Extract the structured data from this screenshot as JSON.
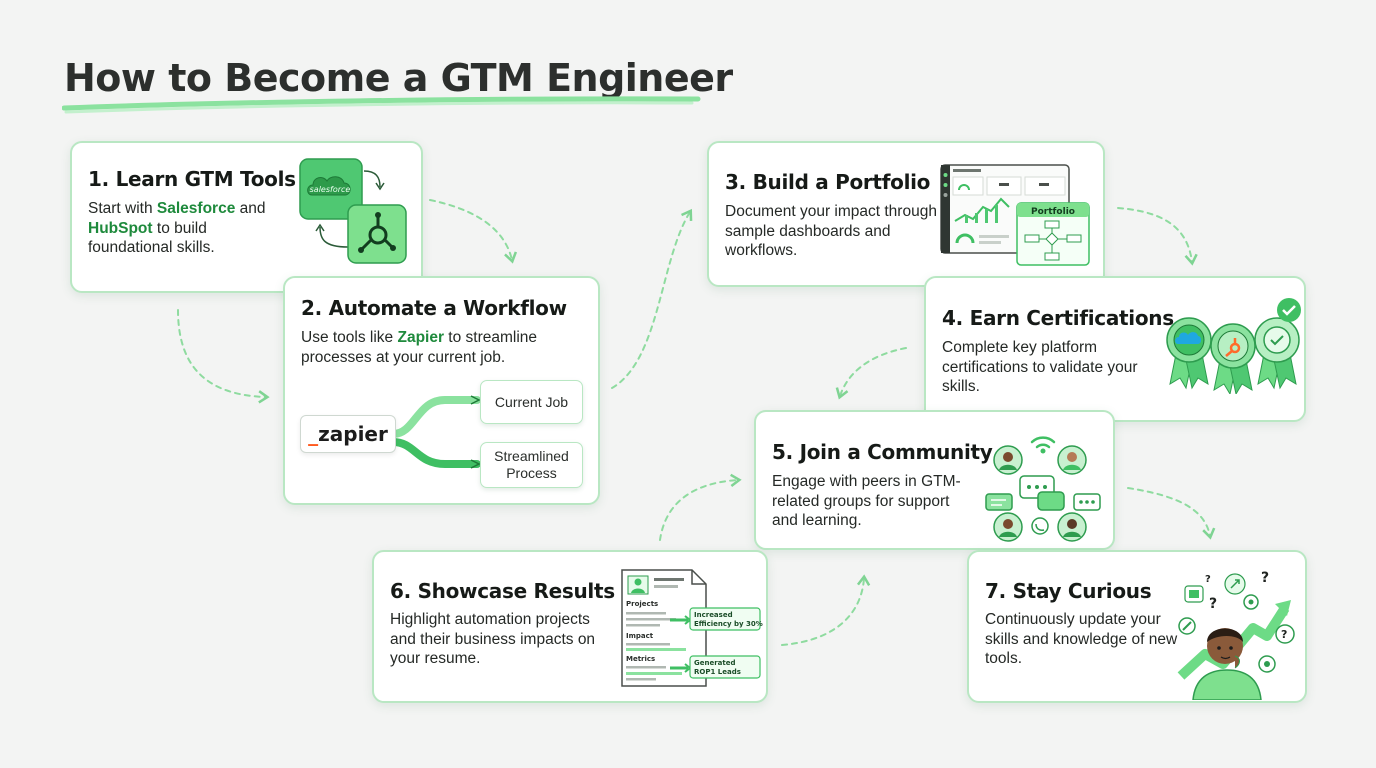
{
  "title": "How to Become a GTM Engineer",
  "colors": {
    "accent": "#1e8a3c",
    "card_border": "#b9e7c3",
    "arrow": "#7fd493",
    "background": "#f3f4f3"
  },
  "steps": [
    {
      "heading": "1. Learn GTM Tools",
      "text_1": "Start with ",
      "highlight_1": "Salesforce",
      "text_2": " and ",
      "highlight_2": "HubSpot",
      "text_3": " to build foundational skills.",
      "illustration": {
        "icons": [
          "salesforce-icon",
          "hubspot-icon"
        ],
        "logo_text": "salesforce"
      }
    },
    {
      "heading": "2. Automate a Workflow",
      "text_1": "Use tools like ",
      "highlight_1": "Zapier",
      "text_2": " to streamline processes at your current job.",
      "illustration": {
        "logo_prefix": "_",
        "logo_text": "zapier",
        "flow_targets": [
          "Current Job",
          "Streamlined Process"
        ]
      }
    },
    {
      "heading": "3. Build a Portfolio",
      "text": "Document your impact through sample dashboards and workflows.",
      "illustration": {
        "badge": "Portfolio",
        "icons": [
          "dashboard-icon",
          "flowchart-icon"
        ]
      }
    },
    {
      "heading": "4. Earn Certifications",
      "text": "Complete key platform certifications to validate your skills.",
      "illustration": {
        "icons": [
          "salesforce-badge-icon",
          "hubspot-badge-icon",
          "check-badge-icon"
        ]
      }
    },
    {
      "heading": "5. Join a Community",
      "text": "Engage with peers in GTM-related groups for support and learning.",
      "illustration": {
        "icons": [
          "wifi-icon",
          "avatar-icon",
          "chat-icon"
        ]
      }
    },
    {
      "heading": "6. Showcase Results",
      "text": "Highlight automation projects and their business impacts on your resume.",
      "illustration": {
        "section_labels": [
          "Projects",
          "Impact",
          "Metrics"
        ],
        "callouts": [
          "Increased Efficiency by 30%",
          "Generated ROP1 Leads"
        ]
      }
    },
    {
      "heading": "7. Stay Curious",
      "text": "Continuously update your skills and knowledge of new tools.",
      "illustration": {
        "icons": [
          "thinking-person-icon",
          "question-mark-icon",
          "rocket-icon",
          "gear-icon",
          "wrench-icon",
          "growth-arrow-icon"
        ]
      }
    }
  ]
}
